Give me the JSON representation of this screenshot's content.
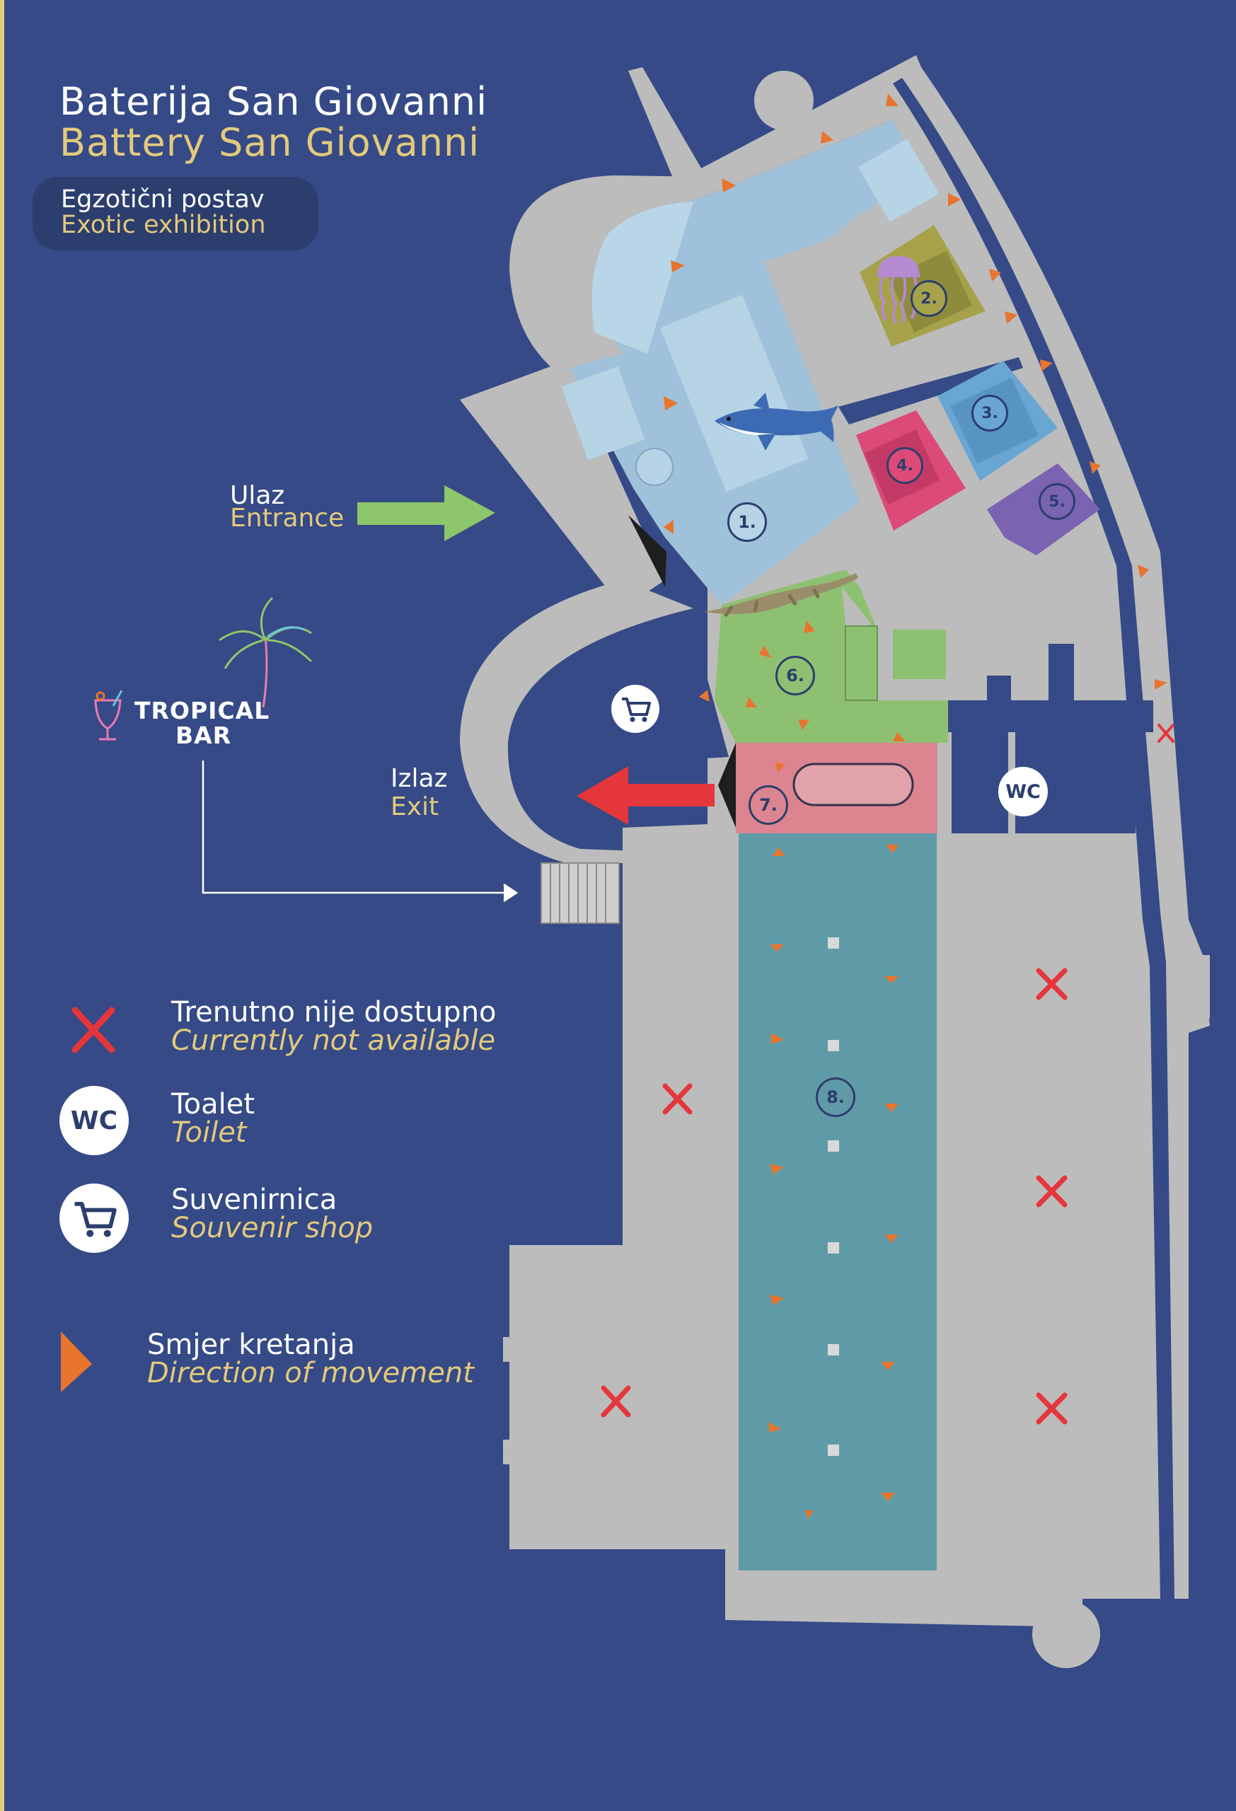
{
  "title": {
    "hr": "Baterija San Giovanni",
    "en": "Battery San Giovanni"
  },
  "exhibition": {
    "hr": "Egzotični postav",
    "en": "Exotic exhibition"
  },
  "entrance": {
    "hr": "Ulaz",
    "en": "Entrance"
  },
  "exit": {
    "hr": "Izlaz",
    "en": "Exit"
  },
  "bar": {
    "line1": "TROPICAL",
    "line2": "BAR"
  },
  "rooms": [
    "1.",
    "2.",
    "3.",
    "4.",
    "5.",
    "6.",
    "7.",
    "8."
  ],
  "wc_label": "WC",
  "legend": {
    "unavailable": {
      "hr": "Trenutno nije dostupno",
      "en": "Currently not available"
    },
    "toilet": {
      "hr": "Toalet",
      "en": "Toilet"
    },
    "shop": {
      "hr": "Suvenirnica",
      "en": "Souvenir shop"
    },
    "direction": {
      "hr": "Smjer kretanja",
      "en": "Direction of movement"
    }
  },
  "icons": {
    "unavailable": "x-mark-icon",
    "toilet": "wc-icon",
    "shop": "shopping-cart-icon",
    "direction": "direction-arrow-icon",
    "shark": "shark-icon",
    "jellyfish": "jellyfish-icon",
    "crocodile": "crocodile-icon",
    "palm": "palm-tree-icon",
    "cocktail": "cocktail-icon"
  },
  "colors": {
    "background": "#354a86",
    "building": "#bcbcbc",
    "room1": "#9fc1d9",
    "room2": "#a6a24a",
    "room3": "#69a6d3",
    "room4": "#dc4a77",
    "room5": "#7a63b0",
    "room6": "#8ec071",
    "room7": "#dc8590",
    "room8": "#5f9ba6",
    "entrance_arrow": "#8dc66b",
    "exit_arrow": "#e5363b",
    "direction_marker": "#e8742e",
    "unavailable_x": "#e5363b",
    "accent_text": "#e3c97c"
  }
}
